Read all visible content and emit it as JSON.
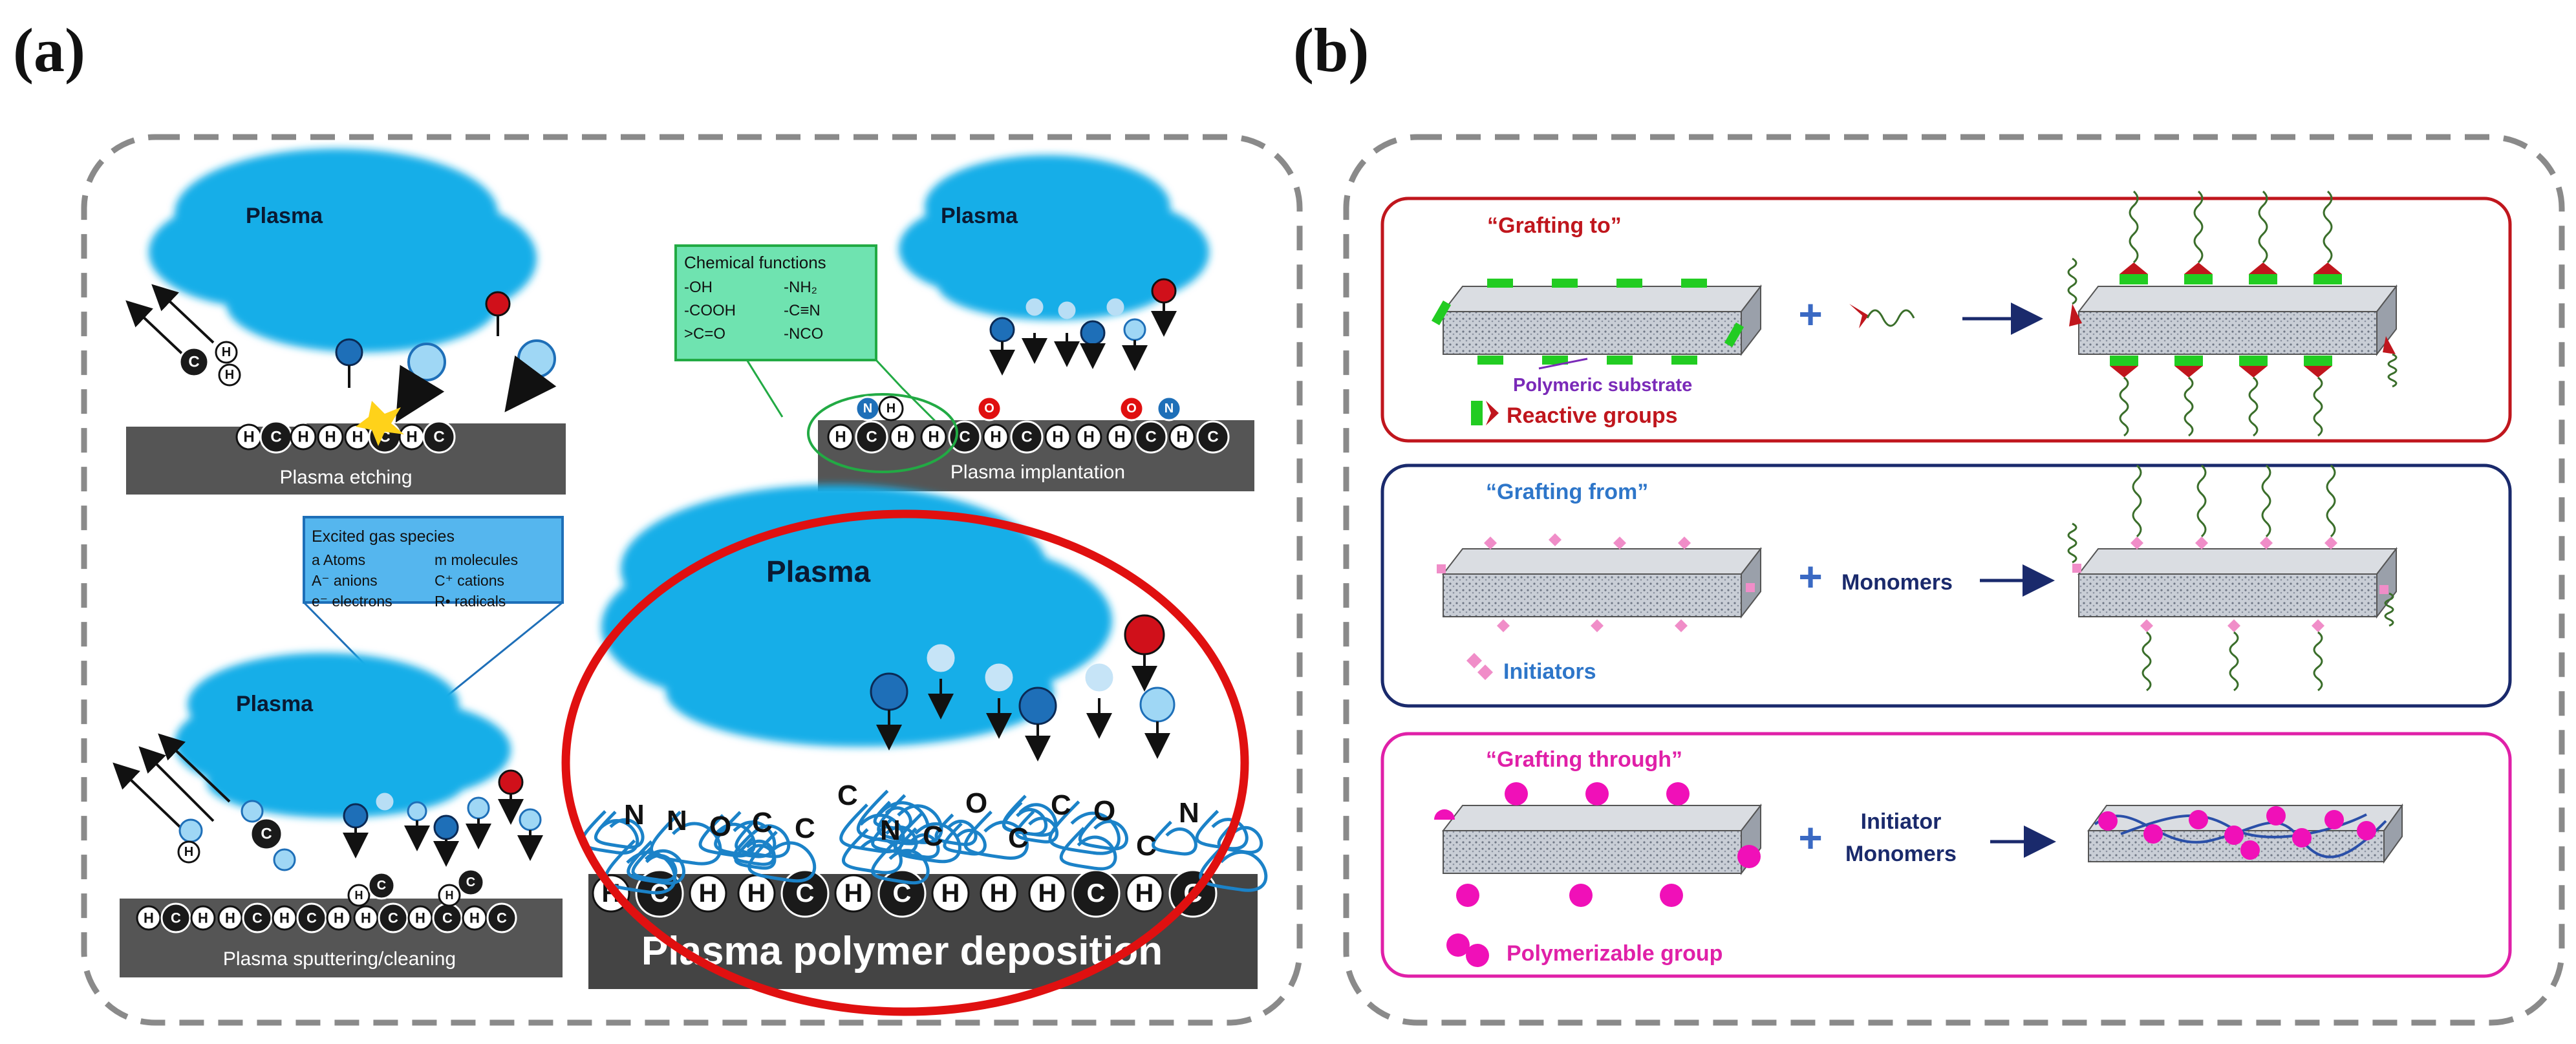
{
  "panels": {
    "a": {
      "letter": "(a)",
      "plasma_label": "Plasma",
      "etching_label": "Plasma etching",
      "implantation_label": "Plasma implantation",
      "sputtering_label": "Plasma sputtering/cleaning",
      "deposition_label": "Plasma polymer deposition",
      "chem_box": {
        "title": "Chemical functions",
        "col1": [
          "-OH",
          "-COOH",
          ">C=O"
        ],
        "col2": [
          "-NH₂",
          "-C≡N",
          "-NCO"
        ]
      },
      "species_box": {
        "title": "Excited gas species",
        "col1": [
          "a  Atoms",
          "A⁻ anions",
          "e⁻ electrons"
        ],
        "col2": [
          "m  molecules",
          "C⁺ cations",
          "R• radicals"
        ]
      },
      "etch_atoms": [
        "H",
        "C",
        "H",
        "H",
        "H",
        "C",
        "H",
        "C"
      ],
      "impl_atoms": [
        "H",
        "C",
        "H",
        "H",
        "C",
        "H",
        "C",
        "H",
        "H",
        "H",
        "C",
        "H",
        "C"
      ],
      "sputter_atoms": [
        "H",
        "C",
        "H",
        "H",
        "C",
        "H",
        "C",
        "H",
        "H",
        "C",
        "H",
        "C",
        "H",
        "C"
      ],
      "deposit_atoms": [
        "H",
        "C",
        "H",
        "H",
        "C",
        "H",
        "C",
        "H",
        "H",
        "H",
        "C",
        "H",
        "C"
      ],
      "polymer_letters": [
        "N",
        "N",
        "O",
        "C",
        "C",
        "C",
        "N",
        "C",
        "O",
        "C",
        "C",
        "O",
        "C",
        "N"
      ]
    },
    "b": {
      "letter": "(b)",
      "grafting_to": {
        "title": "“Grafting to”",
        "substrate_label": "Polymeric substrate",
        "legend_label": "Reactive groups",
        "colors": {
          "border": "#c0161d",
          "title": "#c0161d",
          "group": "#22cc22",
          "tip": "#c0161d"
        }
      },
      "grafting_from": {
        "title": "“Grafting from”",
        "monomers_label": "Monomers",
        "legend_label": "Initiators",
        "colors": {
          "border": "#1a2a6c",
          "title": "#2e76c9",
          "initiator": "#f08dc8"
        }
      },
      "grafting_through": {
        "title": "“Grafting through”",
        "initiator_label": "Initiator",
        "monomers_label": "Monomers",
        "legend_label": "Polymerizable group",
        "colors": {
          "border": "#e020a8",
          "title": "#e020a8",
          "group": "#f010b8"
        }
      }
    }
  }
}
